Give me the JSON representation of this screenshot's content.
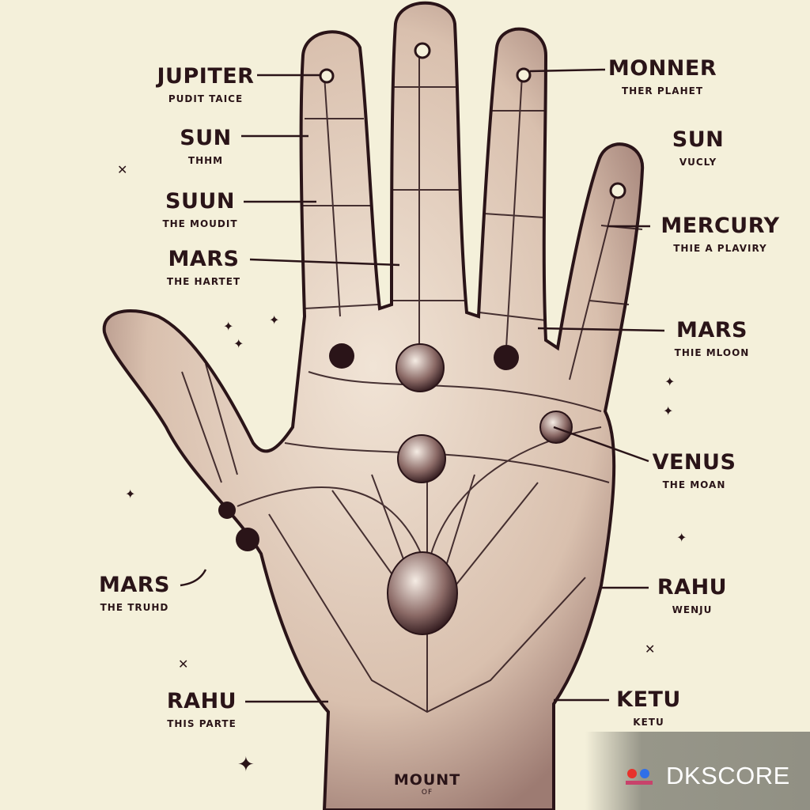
{
  "labels_left": [
    {
      "title": "JUPITER",
      "subtitle": "PUDIT TAICE"
    },
    {
      "title": "SUN",
      "subtitle": "THHM"
    },
    {
      "title": "SUUN",
      "subtitle": "THE MOUDIT"
    },
    {
      "title": "MARS",
      "subtitle": "THE HARTET"
    },
    {
      "title": "MARS",
      "subtitle": "THE TRUHD"
    },
    {
      "title": "RAHU",
      "subtitle": "THIS PARTE"
    }
  ],
  "labels_right": [
    {
      "title": "MONNER",
      "subtitle": "THER PLAHET"
    },
    {
      "title": "SUN",
      "subtitle": "VUCLY"
    },
    {
      "title": "MERCURY",
      "subtitle": "THIE A PLAVIRY"
    },
    {
      "title": "MARS",
      "subtitle": "THIE MLOON"
    },
    {
      "title": "VENUS",
      "subtitle": "THE MOAN"
    },
    {
      "title": "RAHU",
      "subtitle": "WENJU"
    },
    {
      "title": "KETU",
      "subtitle": "KETU"
    }
  ],
  "bottom": {
    "title": "MOUNT",
    "of": "OF"
  },
  "watermark": {
    "text": "DKSCORE"
  },
  "colors": {
    "background": "#f4f0da",
    "ink": "#2a1418",
    "skin": "#e6d3c4"
  }
}
